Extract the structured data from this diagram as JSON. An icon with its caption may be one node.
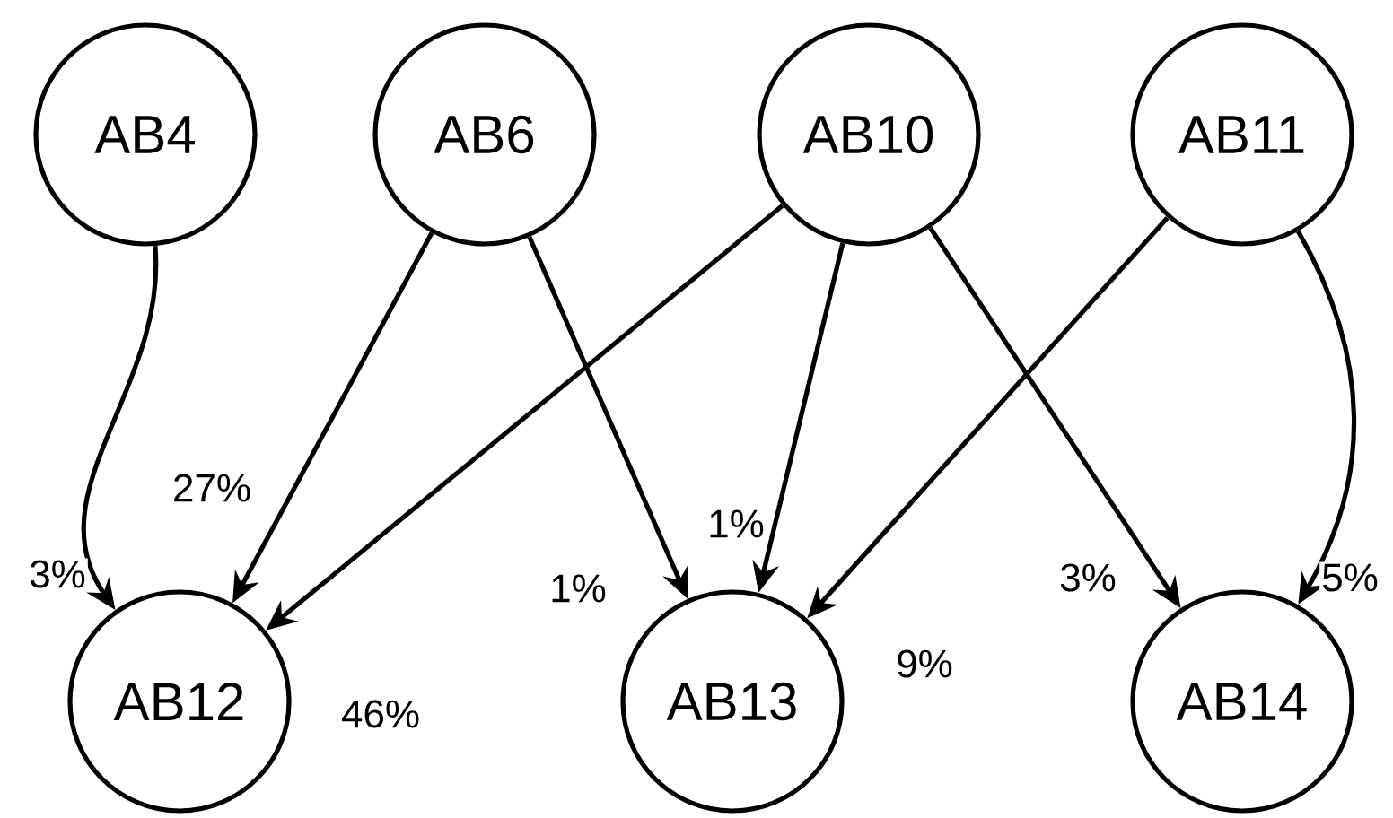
{
  "diagram": {
    "nodes": [
      {
        "text": [
          "AB4"
        ]
      },
      {
        "text": [
          "AB6"
        ]
      },
      {
        "text": [
          "AB10"
        ]
      },
      {
        "text": [
          "AB11"
        ]
      },
      {
        "text": [
          "AB12"
        ]
      },
      {
        "text": [
          "AB13"
        ]
      },
      {
        "text": [
          "AB14"
        ]
      }
    ],
    "edges": [
      {
        "from": 0,
        "to": 4,
        "arrow": "to",
        "label": "3%"
      },
      {
        "from": 1,
        "to": 4,
        "arrow": "to",
        "label": "27%"
      },
      {
        "from": 1,
        "to": 5,
        "arrow": "to",
        "label": "1%"
      },
      {
        "from": 2,
        "to": 4,
        "arrow": "to",
        "label": "46%"
      },
      {
        "from": 2,
        "to": 5,
        "arrow": "to",
        "label": "1%"
      },
      {
        "from": 2,
        "to": 6,
        "arrow": "to",
        "label": "3%"
      },
      {
        "from": 3,
        "to": 5,
        "arrow": "to",
        "label": "9%"
      },
      {
        "from": 3,
        "to": 6,
        "arrow": "to",
        "label": "5%"
      }
    ]
  }
}
